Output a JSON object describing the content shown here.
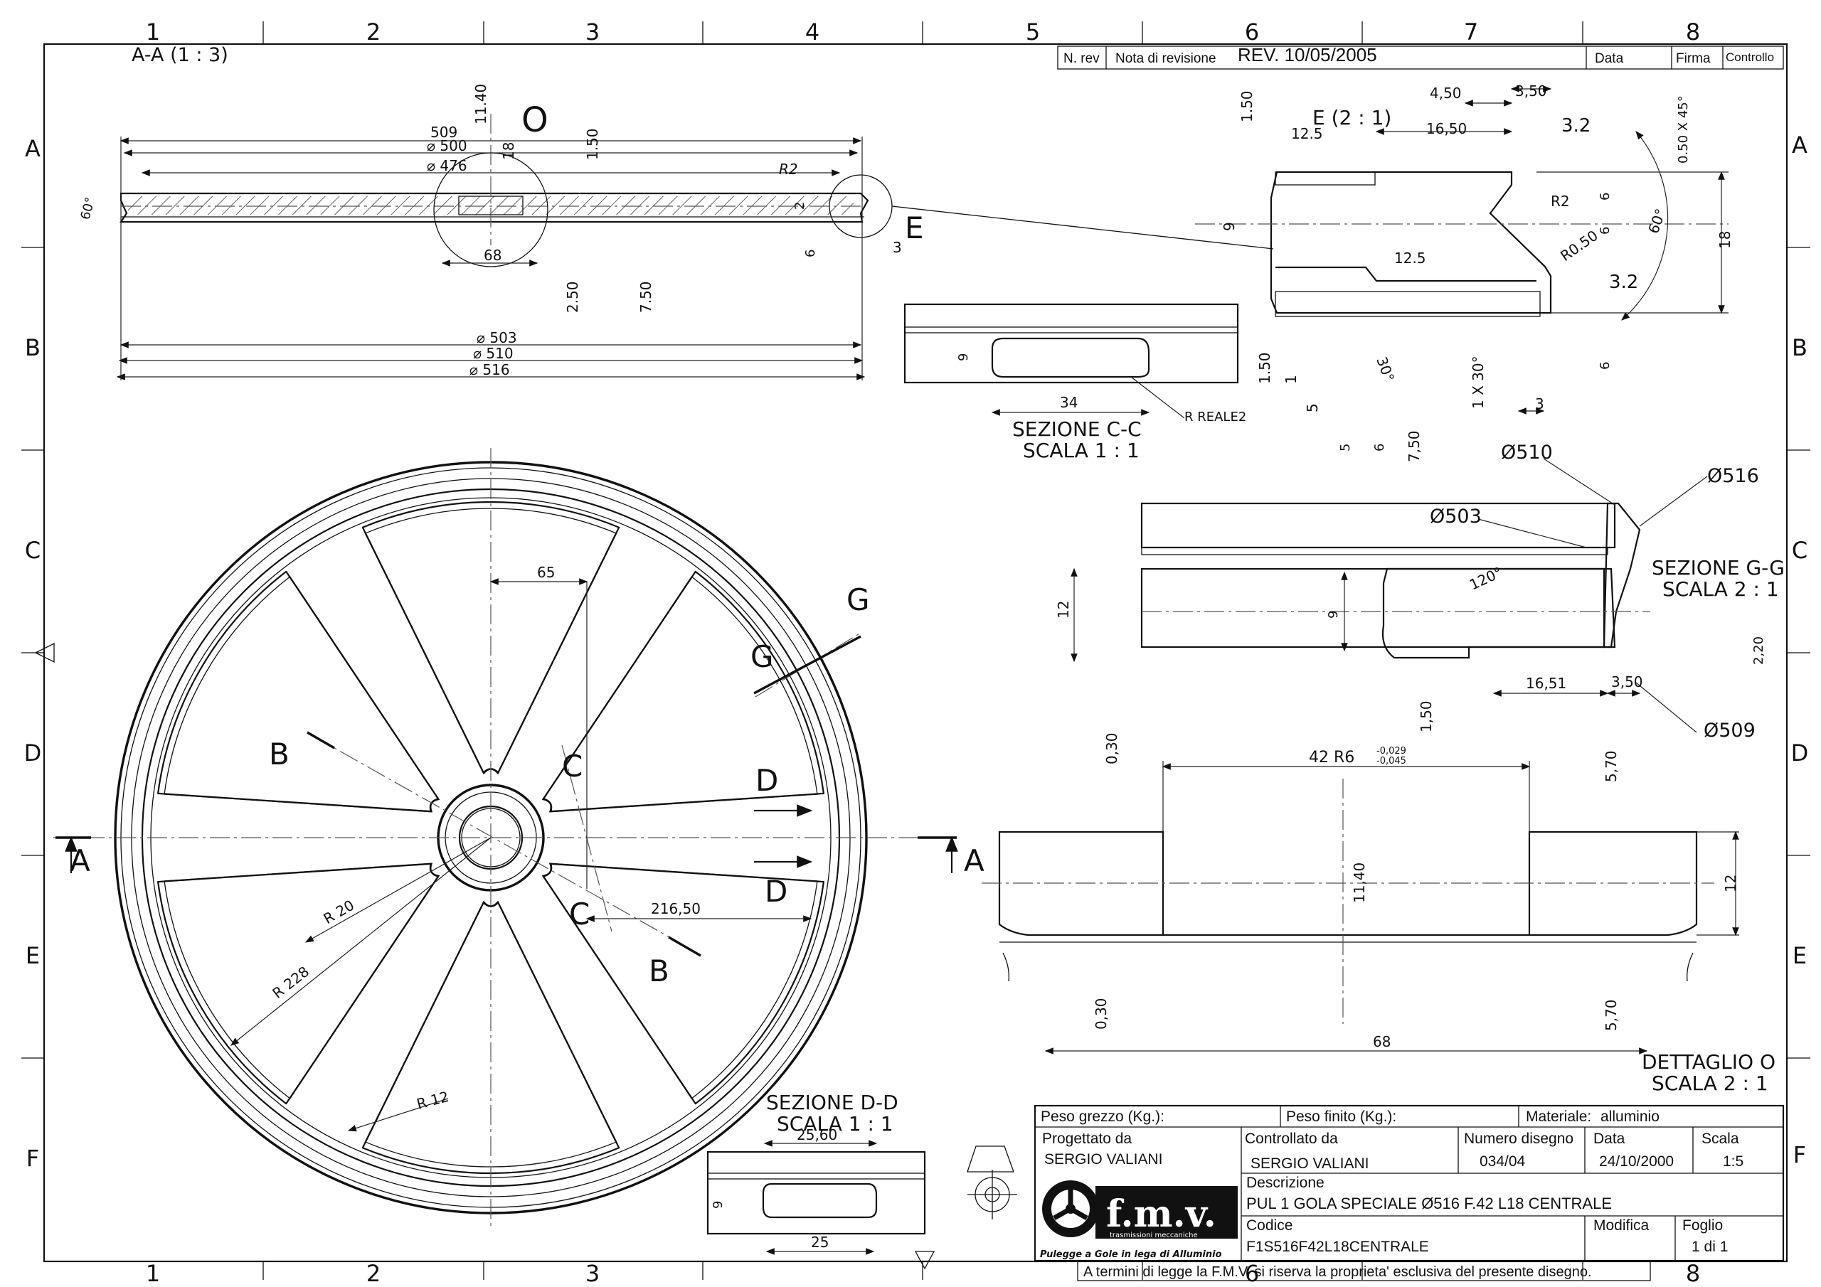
{
  "border": {
    "columns": [
      "1",
      "2",
      "3",
      "4",
      "5",
      "6",
      "7",
      "8"
    ],
    "rows": [
      "A",
      "B",
      "C",
      "D",
      "E",
      "F"
    ]
  },
  "revision_table": {
    "n_rev": "N. rev",
    "note": "Nota di revisione",
    "rev_value": "REV. 10/05/2005",
    "date": "Data",
    "signature": "Firma",
    "control": "Controllo"
  },
  "views": {
    "section_aa_title": "A-A (1 : 3)",
    "section_aa_dims": {
      "d509": "509",
      "d500": "⌀ 500",
      "d476": "⌀ 476",
      "d503": "⌀ 503",
      "d510": "⌀ 510",
      "d516": "⌀ 516",
      "v1140": "11.40",
      "v18": "18",
      "v150": "1.50",
      "v68": "68",
      "v250": "2.50",
      "v750": "7.50",
      "vR2": "R2",
      "v2": "2",
      "v6": "6",
      "v3": "3",
      "angle": "60°",
      "label_O": "O",
      "label_E": "E"
    },
    "detail_e": {
      "title": "E (2 : 1)",
      "rough1": "12.5",
      "rough2": "12.5",
      "rough3": "3.2",
      "rough4": "3.2",
      "d450": "4,50",
      "d350": "3,50",
      "d1650": "16,50",
      "d150": "1.50",
      "d9": "9",
      "dR2": "R2",
      "dR050": "R0.50",
      "d6a": "6",
      "d6b": "6",
      "d6c": "6",
      "d18": "18",
      "chamfer": "0.50 X 45°",
      "a60": "60°",
      "a30": "30°",
      "c1x30": "1 X 30°",
      "d150b": "1.50",
      "d1": "1",
      "d5": "5",
      "d3": "3"
    },
    "section_cc": {
      "title": "SEZIONE C-C",
      "scale": "SCALA 1 : 1",
      "d34": "34",
      "d9": "9",
      "r": "R REALE2"
    },
    "section_gg": {
      "title": "SEZIONE G-G",
      "scale": "SCALA 2 : 1",
      "d510": "Ø510",
      "d516": "Ø516",
      "d503": "Ø503",
      "d509": "Ø509",
      "d5": "5",
      "d6": "6",
      "d750": "7,50",
      "d12": "12",
      "d9": "9",
      "a120": "120°",
      "d1651": "16,51",
      "d350": "3,50",
      "d220": "2,20",
      "d150": "1,50"
    },
    "detail_o": {
      "title": "DETTAGLIO O",
      "scale": "SCALA 2 : 1",
      "d030a": "0,30",
      "d030b": "0,30",
      "fit": "42 R6",
      "tol_up": "-0,029",
      "tol_lo": "-0,045",
      "d570a": "5,70",
      "d570b": "5,70",
      "d1140": "11,40",
      "d12": "12",
      "d68": "68"
    },
    "front_view": {
      "d65": "65",
      "d21650": "216,50",
      "r20": "R 20",
      "r228": "R 228",
      "r12": "R 12",
      "cut_A": "A",
      "cut_B": "B",
      "cut_C": "C",
      "cut_D": "D",
      "cut_G": "G"
    },
    "section_dd": {
      "title": "SEZIONE D-D",
      "scale": "SCALA 1 : 1",
      "d2560": "25,60",
      "d25": "25",
      "d9": "9"
    }
  },
  "title_block": {
    "peso_grezzo": "Peso grezzo (Kg.):",
    "peso_finito": "Peso finito (Kg.):",
    "materiale_label": "Materiale:",
    "materiale_value": "alluminio",
    "progettato_label": "Progettato da",
    "progettato_value": "SERGIO VALIANI",
    "controllato_label": "Controllato da",
    "controllato_value": "SERGIO VALIANI",
    "numero_label": "Numero disegno",
    "numero_value": "034/04",
    "data_label": "Data",
    "data_value": "24/10/2000",
    "scala_label": "Scala",
    "scala_value": "1:5",
    "descrizione_label": "Descrizione",
    "descrizione_value": "PUL 1 GOLA SPECIALE Ø516 F.42 L18 CENTRALE",
    "codice_label": "Codice",
    "codice_value": "F1S516F42L18CENTRALE",
    "modifica_label": "Modifica",
    "foglio_label": "Foglio",
    "foglio_value": "1 di 1",
    "logo_text": "f.m.v.",
    "logo_sub": "trasmissioni meccaniche",
    "logo_tagline": "Pulegge a Gole in lega di Alluminio",
    "copyright": "A termini di legge la F.M.V. si riserva la proprieta' esclusiva del presente disegno."
  }
}
